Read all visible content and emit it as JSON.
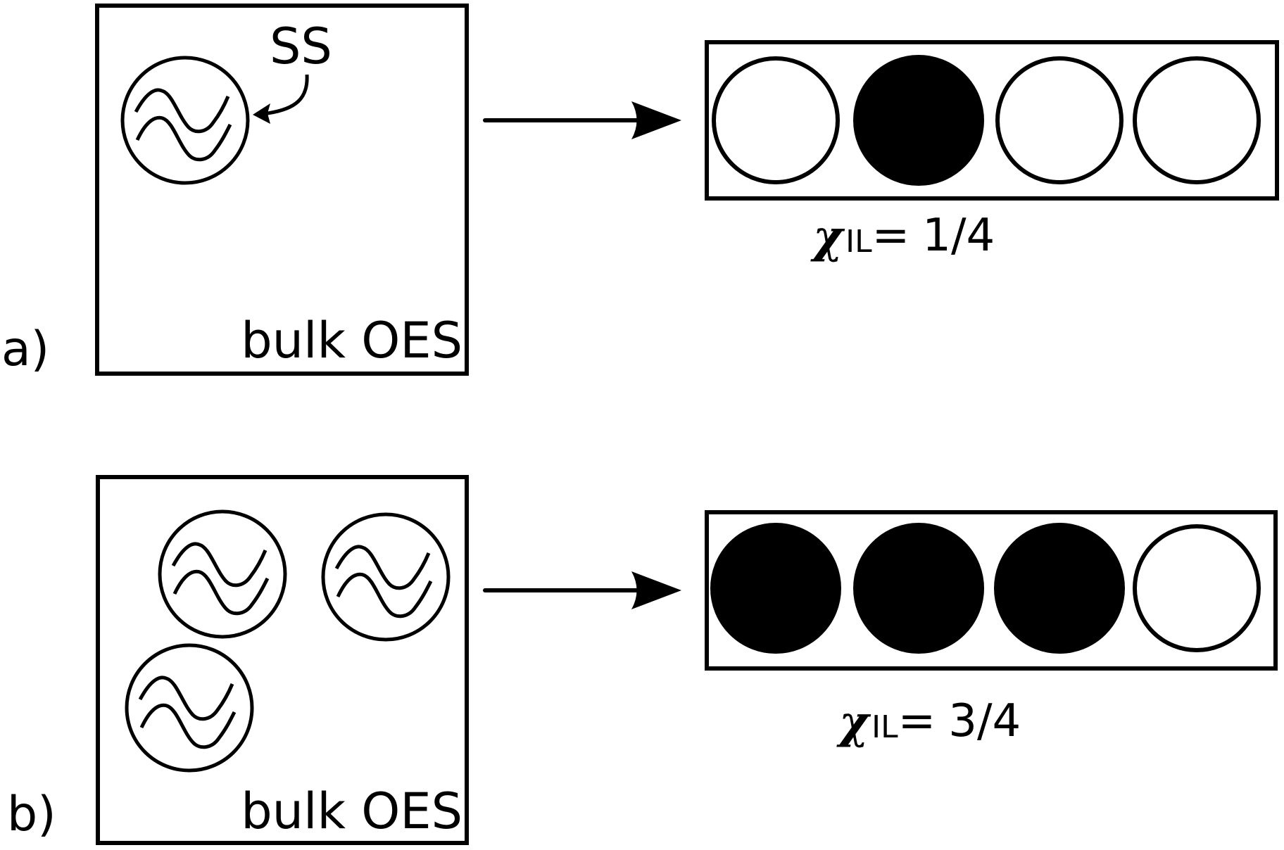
{
  "figure": {
    "colors": {
      "stroke": "#000000",
      "background": "#ffffff",
      "filled": "#000000"
    },
    "panels": [
      {
        "id": "a",
        "label": "a)",
        "bulk_label": "bulk OES",
        "surface_species_count": 1,
        "callout_label": "SS",
        "interface_slots": [
          "empty",
          "filled",
          "empty",
          "empty"
        ],
        "fraction": {
          "symbol": "χ",
          "subscript": "IL",
          "equals": "=",
          "value": "1/4"
        }
      },
      {
        "id": "b",
        "label": "b)",
        "bulk_label": "bulk OES",
        "surface_species_count": 3,
        "callout_label": "",
        "interface_slots": [
          "filled",
          "filled",
          "filled",
          "empty"
        ],
        "fraction": {
          "symbol": "χ",
          "subscript": "IL",
          "equals": "=",
          "value": "3/4"
        }
      }
    ]
  }
}
